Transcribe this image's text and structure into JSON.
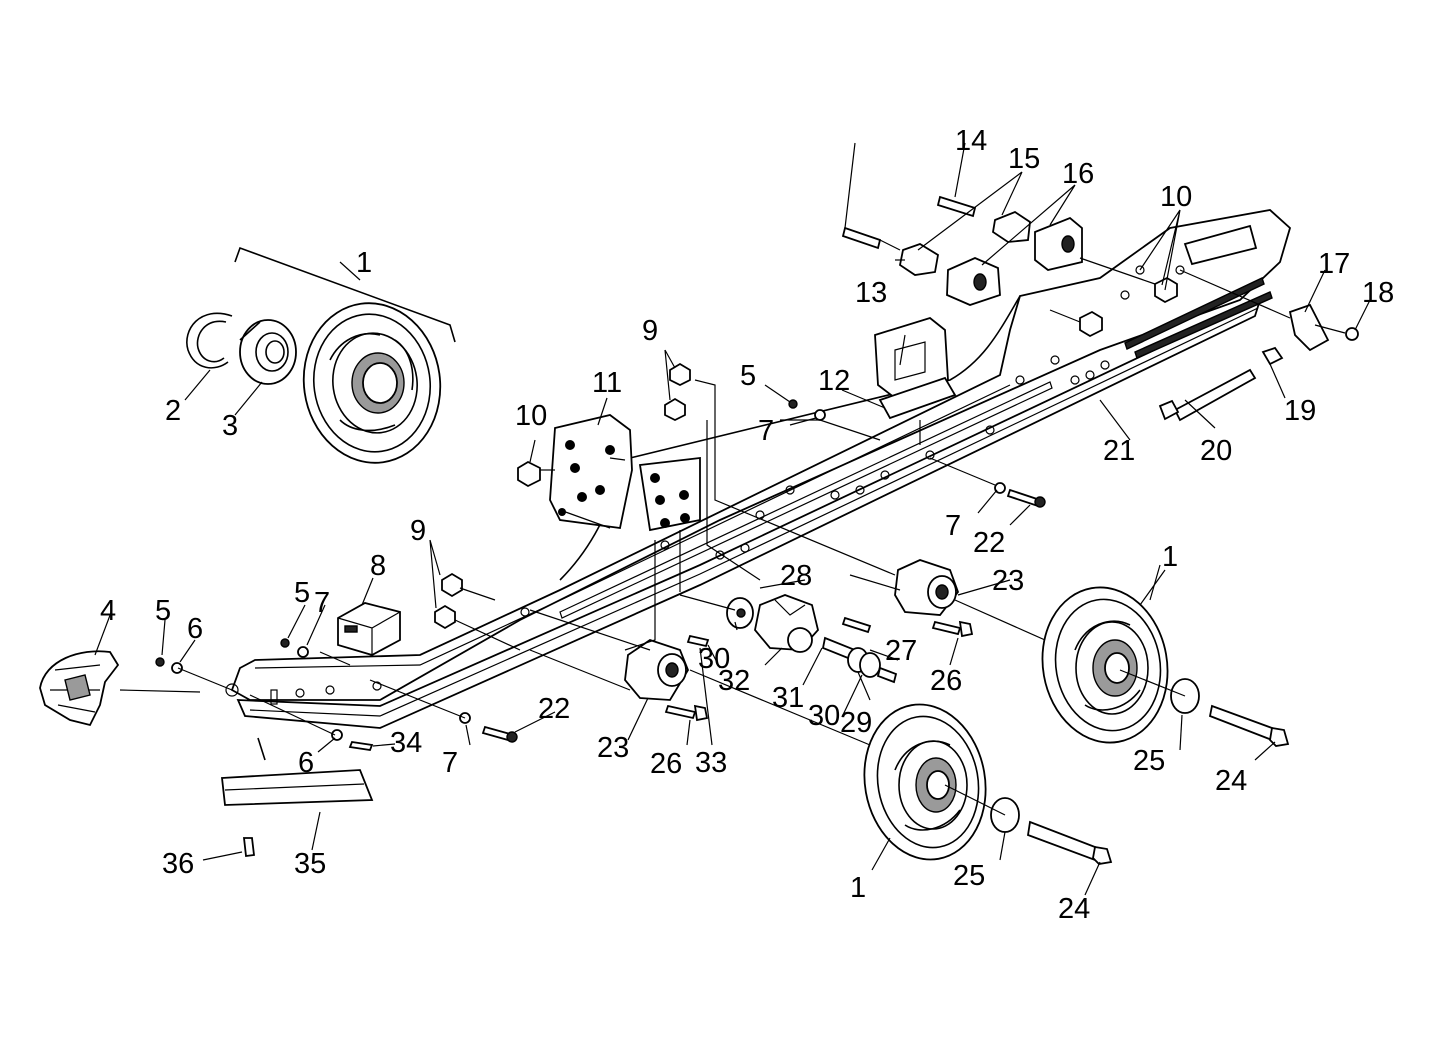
{
  "diagram": {
    "callouts": [
      {
        "id": "c1-top",
        "text": "1"
      },
      {
        "id": "c2",
        "text": "2"
      },
      {
        "id": "c3",
        "text": "3"
      },
      {
        "id": "c4",
        "text": "4"
      },
      {
        "id": "c5-a",
        "text": "5"
      },
      {
        "id": "c5-b",
        "text": "5"
      },
      {
        "id": "c5-c",
        "text": "5"
      },
      {
        "id": "c6-a",
        "text": "6"
      },
      {
        "id": "c6-b",
        "text": "6"
      },
      {
        "id": "c7-a",
        "text": "7"
      },
      {
        "id": "c7-b",
        "text": "7"
      },
      {
        "id": "c7-c",
        "text": "7"
      },
      {
        "id": "c7-d",
        "text": "7"
      },
      {
        "id": "c8",
        "text": "8"
      },
      {
        "id": "c9-a",
        "text": "9"
      },
      {
        "id": "c9-b",
        "text": "9"
      },
      {
        "id": "c10-a",
        "text": "10"
      },
      {
        "id": "c10-b",
        "text": "10"
      },
      {
        "id": "c11",
        "text": "11"
      },
      {
        "id": "c12",
        "text": "12"
      },
      {
        "id": "c13",
        "text": "13"
      },
      {
        "id": "c14",
        "text": "14"
      },
      {
        "id": "c15",
        "text": "15"
      },
      {
        "id": "c16",
        "text": "16"
      },
      {
        "id": "c17",
        "text": "17"
      },
      {
        "id": "c18",
        "text": "18"
      },
      {
        "id": "c19",
        "text": "19"
      },
      {
        "id": "c20",
        "text": "20"
      },
      {
        "id": "c21",
        "text": "21"
      },
      {
        "id": "c22-a",
        "text": "22"
      },
      {
        "id": "c22-b",
        "text": "22"
      },
      {
        "id": "c23-a",
        "text": "23"
      },
      {
        "id": "c23-b",
        "text": "23"
      },
      {
        "id": "c24-a",
        "text": "24"
      },
      {
        "id": "c24-b",
        "text": "24"
      },
      {
        "id": "c25-a",
        "text": "25"
      },
      {
        "id": "c25-b",
        "text": "25"
      },
      {
        "id": "c26-a",
        "text": "26"
      },
      {
        "id": "c26-b",
        "text": "26"
      },
      {
        "id": "c27",
        "text": "27"
      },
      {
        "id": "c28",
        "text": "28"
      },
      {
        "id": "c29",
        "text": "29"
      },
      {
        "id": "c30-a",
        "text": "30"
      },
      {
        "id": "c30-b",
        "text": "30"
      },
      {
        "id": "c31",
        "text": "31"
      },
      {
        "id": "c32",
        "text": "32"
      },
      {
        "id": "c33",
        "text": "33"
      },
      {
        "id": "c34",
        "text": "34"
      },
      {
        "id": "c35",
        "text": "35"
      },
      {
        "id": "c36",
        "text": "36"
      },
      {
        "id": "c1-right",
        "text": "1"
      },
      {
        "id": "c1-bottom",
        "text": "1"
      }
    ]
  }
}
